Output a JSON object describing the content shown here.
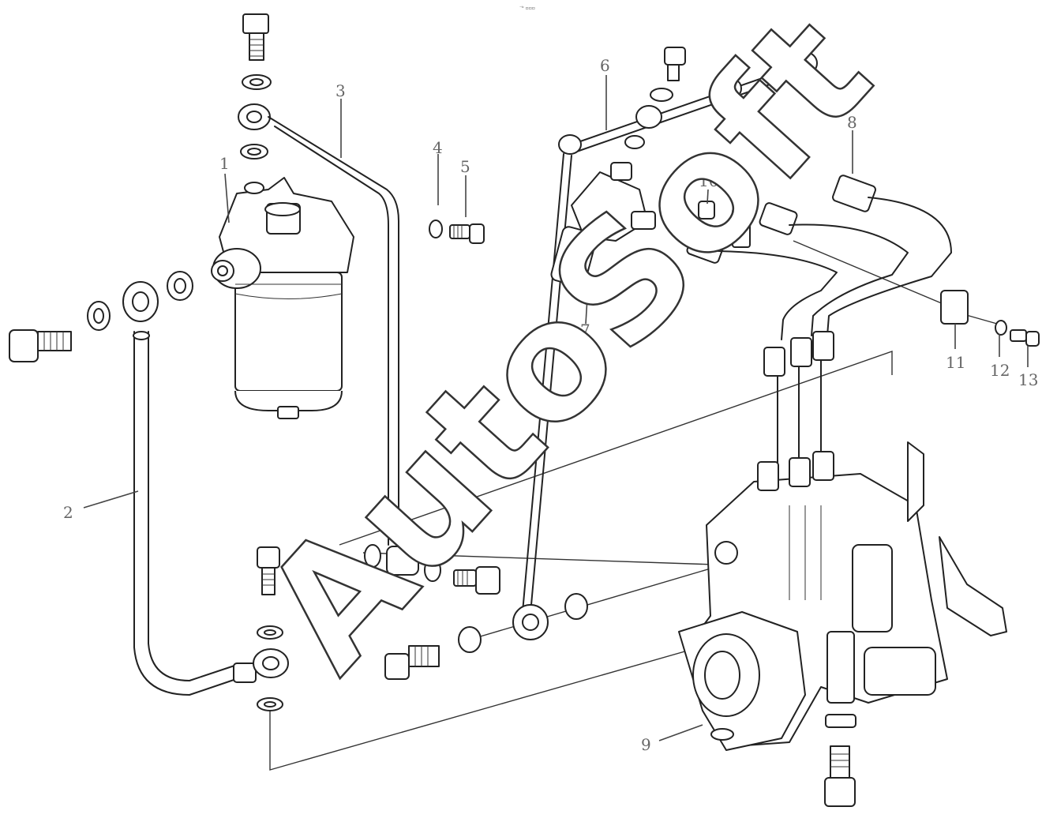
{
  "header_mark": "⁻ᵇ ▫▫▫",
  "watermark": "AutoSoft",
  "callouts": [
    "1",
    "2",
    "3",
    "4",
    "5",
    "6",
    "7",
    "8",
    "9",
    "10",
    "11",
    "11",
    "12",
    "13"
  ]
}
